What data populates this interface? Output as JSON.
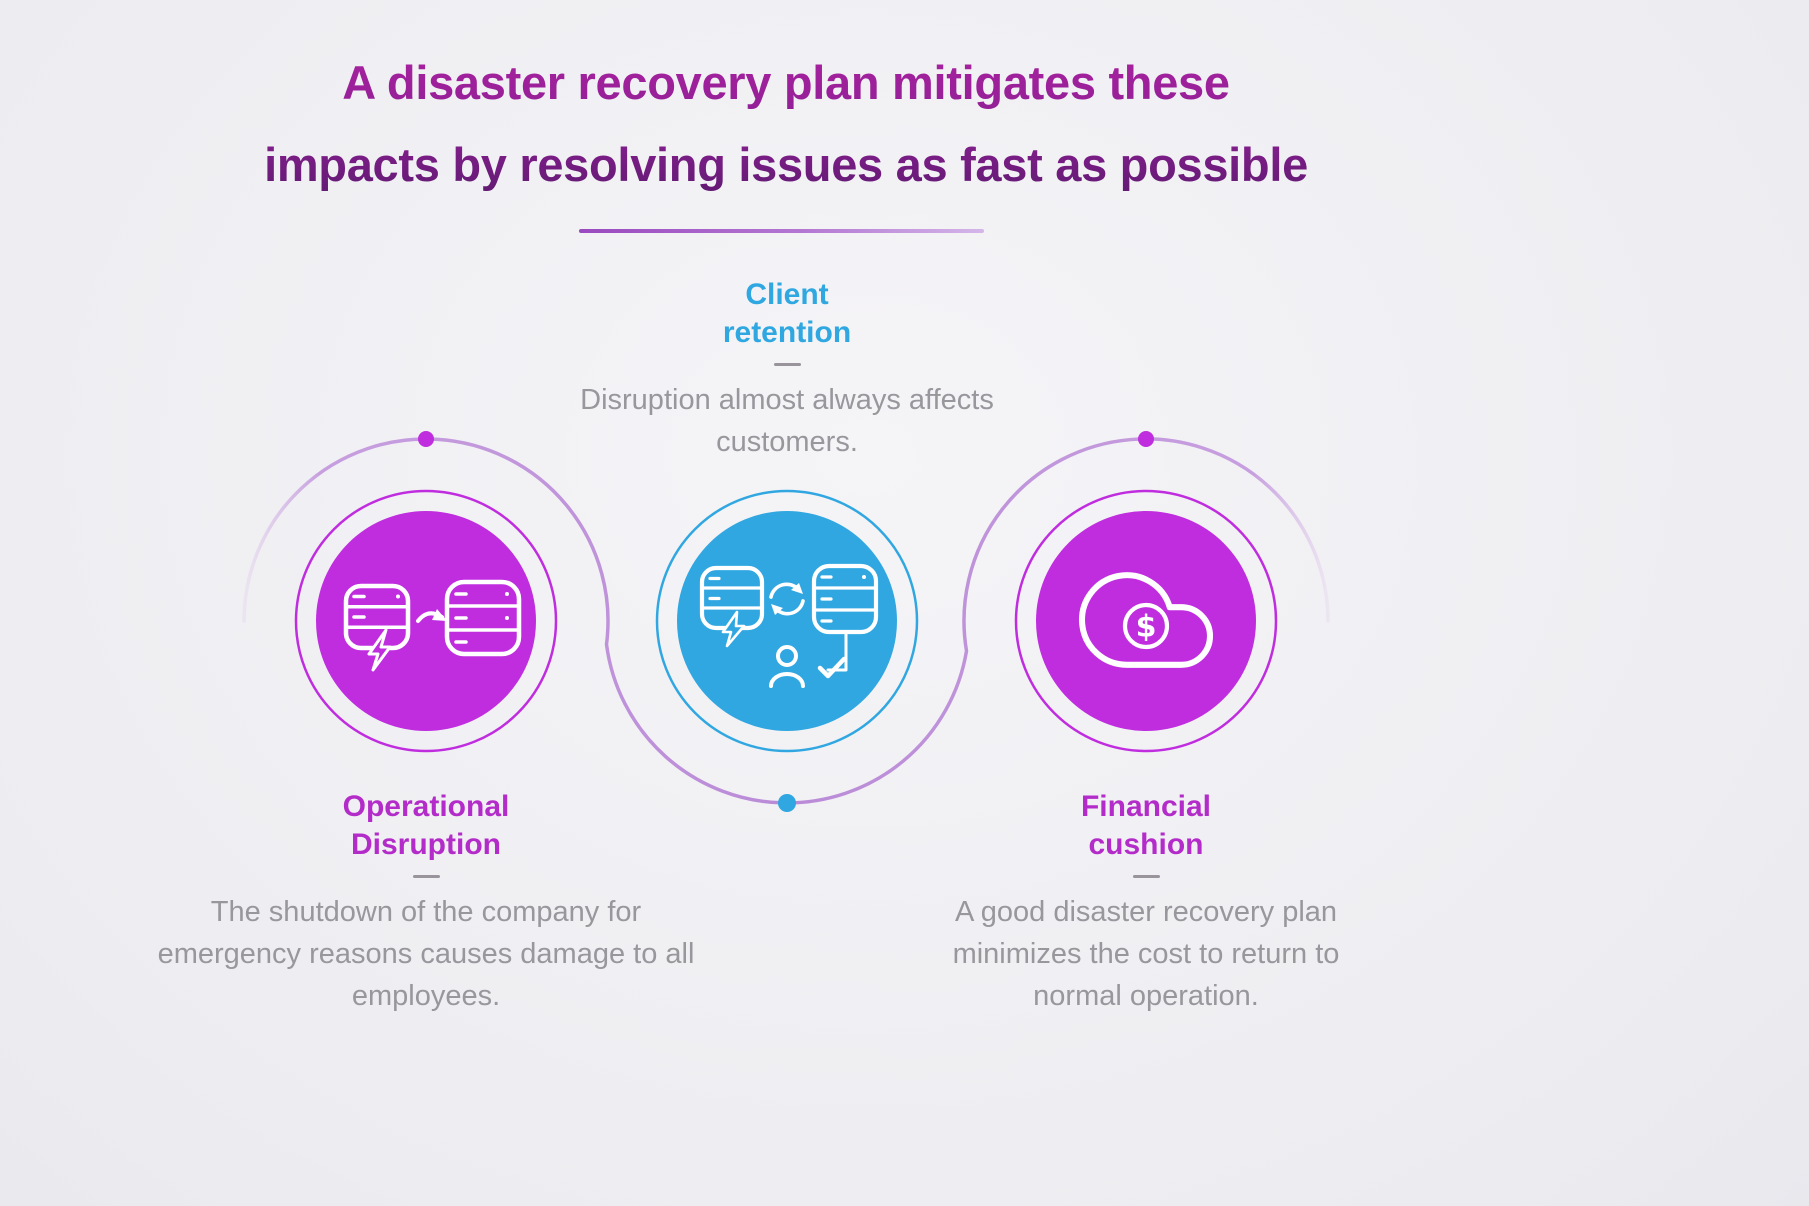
{
  "title": {
    "line1": "A disaster recovery plan mitigates these",
    "line2": "impacts by resolving issues as fast as possible"
  },
  "items": [
    {
      "id": "operational-disruption",
      "heading_lines": [
        "Operational",
        "Disruption"
      ],
      "description": "The shutdown of the company for emergency reasons causes damage to all employees.",
      "heading_color": "#b32cc9",
      "circle_color": "#bf2ddf",
      "icon": "dual-servers-transfer-icon"
    },
    {
      "id": "client-retention",
      "heading_lines": [
        "Client",
        "retention"
      ],
      "description": "Disruption almost always affects customers.",
      "heading_color": "#2fa7e1",
      "circle_color": "#31a7e1",
      "icon": "servers-sync-user-check-icon"
    },
    {
      "id": "financial-cushion",
      "heading_lines": [
        "Financial",
        "cushion"
      ],
      "description": "A good disaster recovery plan minimizes the cost to return to normal operation.",
      "heading_color": "#b32cc9",
      "circle_color": "#bf2ddf",
      "icon": "cloud-dollar-icon"
    }
  ],
  "icons": {
    "operational": "dual-servers-transfer-icon",
    "client": "servers-sync-user-check-icon",
    "financial": "cloud-dollar-icon",
    "dollar_symbol": "$"
  },
  "colors": {
    "magenta": "#bf2ddf",
    "blue": "#31a7e1",
    "wave_line": "#c49ade",
    "dash_gray": "#99949c",
    "description_text": "#97979c",
    "title_gradient_top": "#a8219e",
    "title_gradient_bottom": "#5e1a70",
    "background": "#ededf1"
  }
}
